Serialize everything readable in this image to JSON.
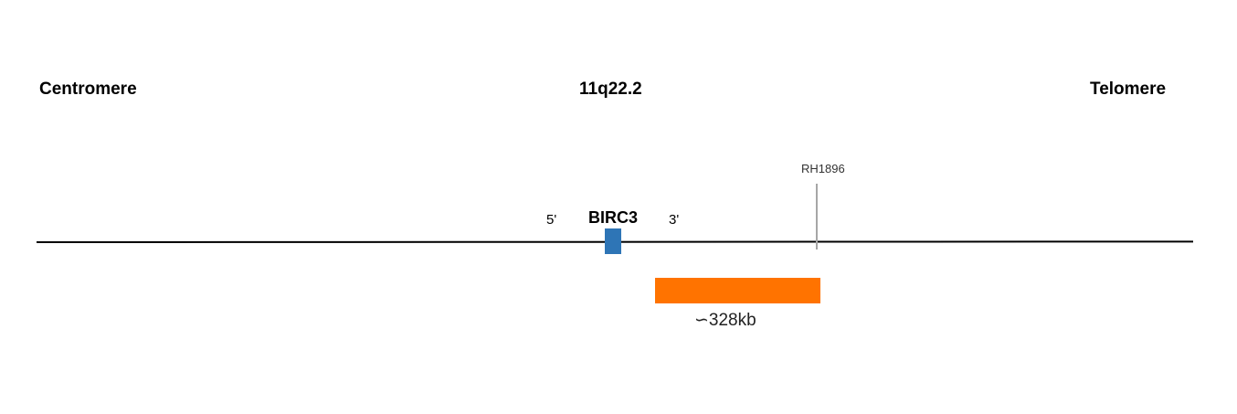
{
  "headings": {
    "left": "Centromere",
    "center": "11q22.2",
    "right": "Telomere"
  },
  "gene": {
    "name": "BIRC3",
    "five_prime": "5'",
    "three_prime": "3'",
    "color": "#2e75b6"
  },
  "marker": {
    "name": "RH1896"
  },
  "distance": {
    "label": "∽328kb",
    "color": "#ff7300"
  }
}
